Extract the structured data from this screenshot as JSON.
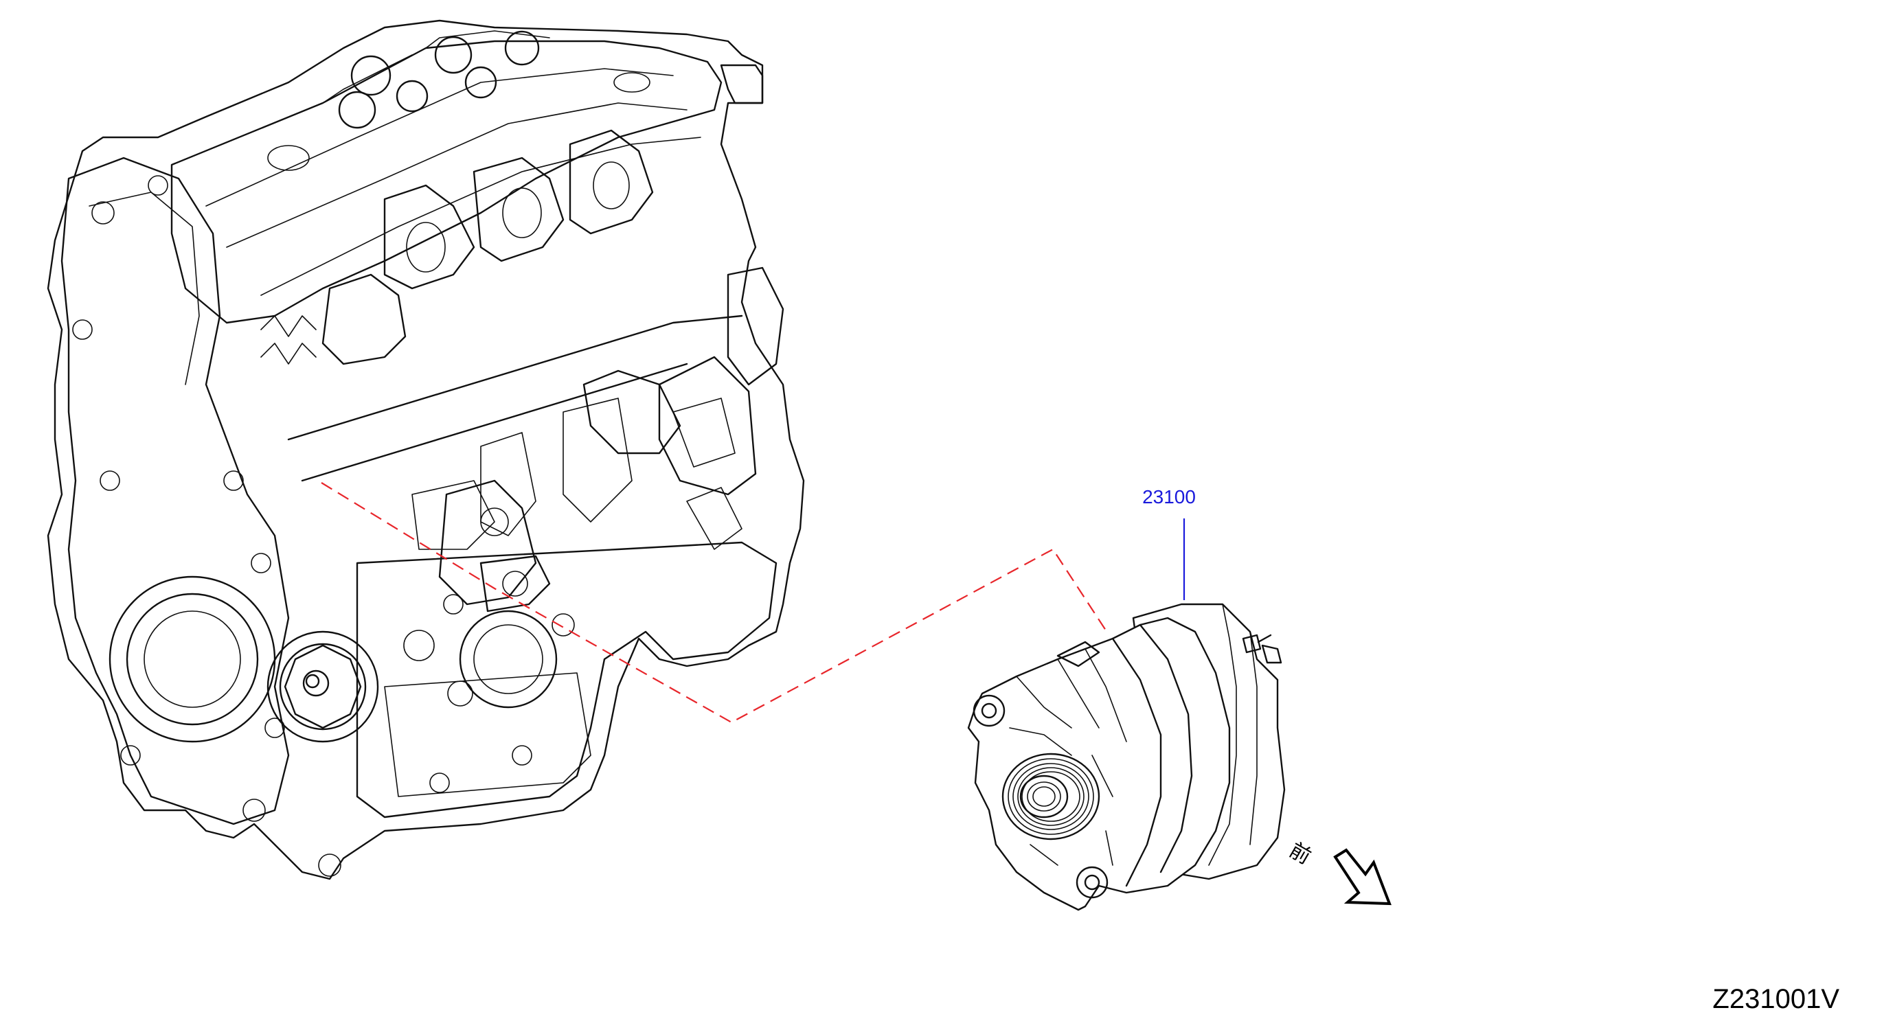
{
  "diagram": {
    "callouts": [
      {
        "part_number": "23100",
        "color": "#1a1adc"
      }
    ],
    "front_indicator": {
      "label": "前"
    },
    "diagram_code": "Z231001V",
    "leader_color": "#e8262b"
  }
}
